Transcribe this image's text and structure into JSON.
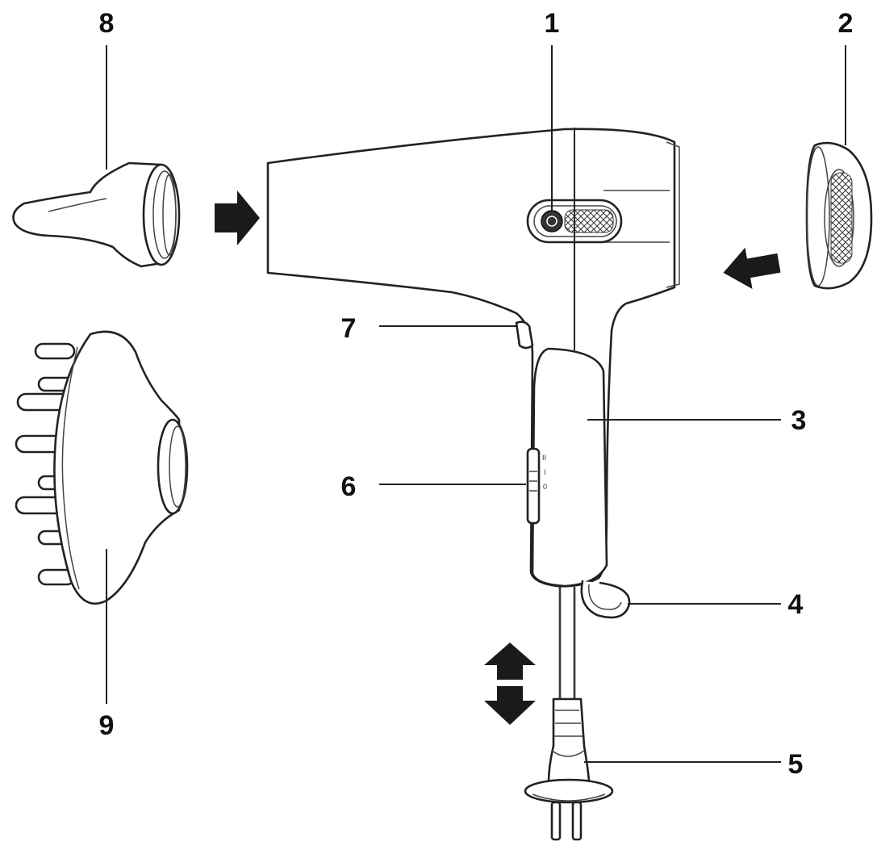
{
  "callouts": [
    {
      "id": "1",
      "label": "1"
    },
    {
      "id": "2",
      "label": "2"
    },
    {
      "id": "3",
      "label": "3"
    },
    {
      "id": "4",
      "label": "4"
    },
    {
      "id": "5",
      "label": "5"
    },
    {
      "id": "6",
      "label": "6"
    },
    {
      "id": "7",
      "label": "7"
    },
    {
      "id": "8",
      "label": "8"
    },
    {
      "id": "9",
      "label": "9"
    }
  ],
  "switch_marks": [
    "II",
    "I",
    "0"
  ]
}
